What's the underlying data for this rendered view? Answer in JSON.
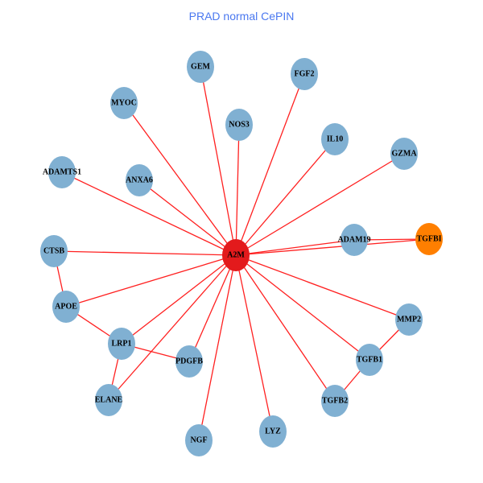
{
  "title": "PRAD normal CePIN",
  "colors": {
    "hub": "#e31a1c",
    "query": "#ff7f00",
    "node": "#80b0d2",
    "edge": "#ff2020",
    "title": "#4a78f0"
  },
  "nodes": [
    {
      "id": "A2M",
      "type": "hub"
    },
    {
      "id": "TGFBI",
      "type": "query"
    },
    {
      "id": "GEM",
      "type": "node"
    },
    {
      "id": "FGF2",
      "type": "node"
    },
    {
      "id": "MYOC",
      "type": "node"
    },
    {
      "id": "NOS3",
      "type": "node"
    },
    {
      "id": "IL10",
      "type": "node"
    },
    {
      "id": "GZMA",
      "type": "node"
    },
    {
      "id": "ADAMTS1",
      "type": "node"
    },
    {
      "id": "ANXA6",
      "type": "node"
    },
    {
      "id": "ADAM19",
      "type": "node"
    },
    {
      "id": "CTSB",
      "type": "node"
    },
    {
      "id": "APOE",
      "type": "node"
    },
    {
      "id": "MMP2",
      "type": "node"
    },
    {
      "id": "LRP1",
      "type": "node"
    },
    {
      "id": "TGFB1",
      "type": "node"
    },
    {
      "id": "PDGFB",
      "type": "node"
    },
    {
      "id": "ELANE",
      "type": "node"
    },
    {
      "id": "TGFB2",
      "type": "node"
    },
    {
      "id": "NGF",
      "type": "node"
    },
    {
      "id": "LYZ",
      "type": "node"
    }
  ],
  "edges": [
    [
      "A2M",
      "TGFBI"
    ],
    [
      "A2M",
      "GEM"
    ],
    [
      "A2M",
      "FGF2"
    ],
    [
      "A2M",
      "MYOC"
    ],
    [
      "A2M",
      "NOS3"
    ],
    [
      "A2M",
      "IL10"
    ],
    [
      "A2M",
      "GZMA"
    ],
    [
      "A2M",
      "ADAMTS1"
    ],
    [
      "A2M",
      "ANXA6"
    ],
    [
      "A2M",
      "ADAM19"
    ],
    [
      "A2M",
      "CTSB"
    ],
    [
      "A2M",
      "APOE"
    ],
    [
      "A2M",
      "MMP2"
    ],
    [
      "A2M",
      "LRP1"
    ],
    [
      "A2M",
      "TGFB1"
    ],
    [
      "A2M",
      "PDGFB"
    ],
    [
      "A2M",
      "ELANE"
    ],
    [
      "A2M",
      "TGFB2"
    ],
    [
      "A2M",
      "NGF"
    ],
    [
      "A2M",
      "LYZ"
    ],
    [
      "ADAM19",
      "TGFBI"
    ],
    [
      "CTSB",
      "APOE"
    ],
    [
      "APOE",
      "LRP1"
    ],
    [
      "LRP1",
      "PDGFB"
    ],
    [
      "LRP1",
      "ELANE"
    ],
    [
      "MMP2",
      "TGFB1"
    ],
    [
      "TGFB1",
      "TGFB2"
    ]
  ]
}
